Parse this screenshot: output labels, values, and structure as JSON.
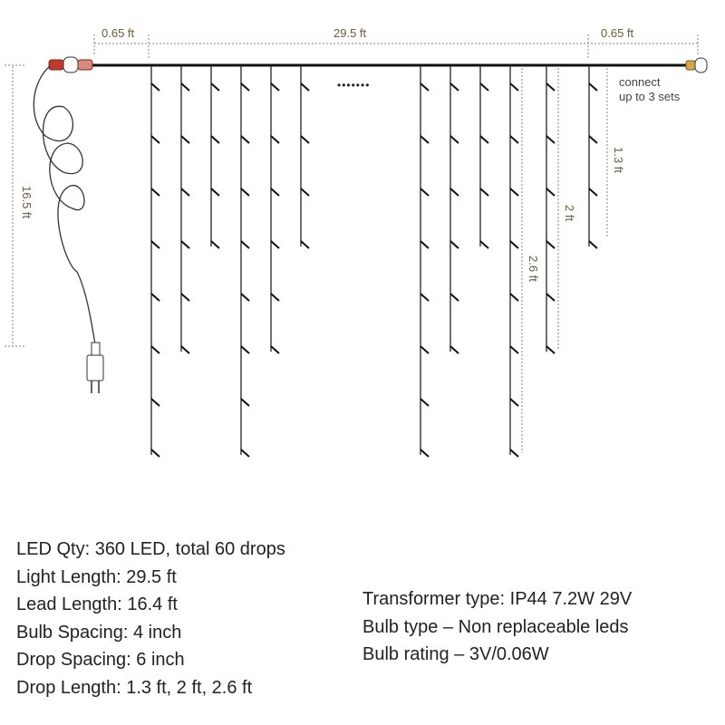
{
  "dimensions": {
    "lead_left": "0.65 ft",
    "light_length": "29.5 ft",
    "lead_right": "0.65 ft",
    "lead_cable": "16.5 ft",
    "drop_short": "1.3 ft",
    "drop_medium": "2 ft",
    "drop_long": "2.6 ft"
  },
  "connector_note": [
    "connect",
    "up to 3 sets"
  ],
  "ellipsis": "•••••••",
  "specs_left": [
    "LED Qty: 360 LED,  total 60 drops",
    "Light Length: 29.5 ft",
    "Lead Length: 16.4 ft",
    "Bulb Spacing: 4 inch",
    "Drop Spacing: 6 inch",
    "Drop Length: 1.3 ft, 2 ft, 2.6 ft"
  ],
  "specs_right": [
    "Transformer type: IP44 7.2W 29V",
    "Bulb type – Non replaceable leds",
    "Bulb rating – 3V/0.06W"
  ],
  "colors": {
    "wire": "#1a1a1a",
    "dim_line": "#999999",
    "dim_text": "#6b5a3a",
    "plug": "#c0392b"
  }
}
